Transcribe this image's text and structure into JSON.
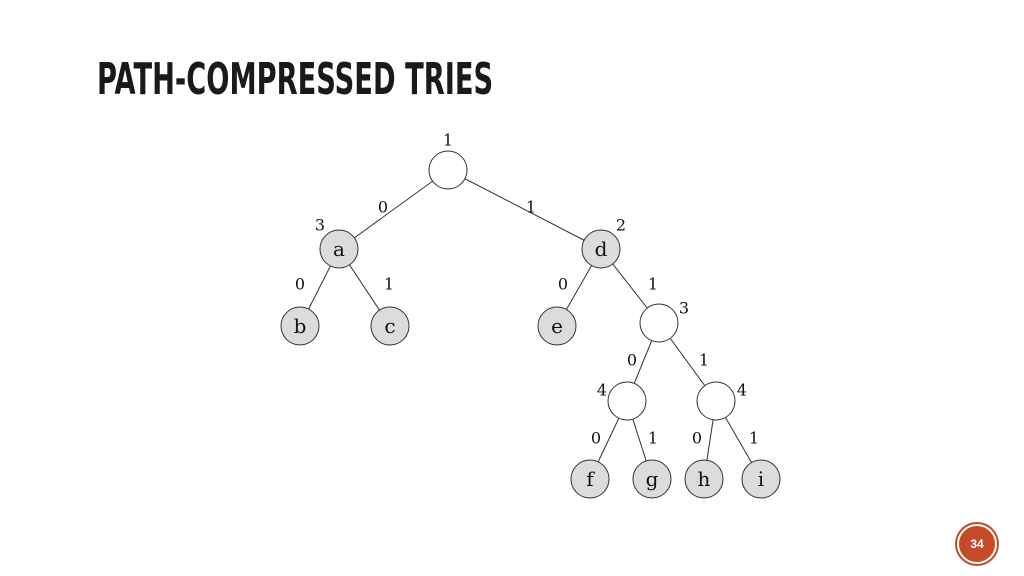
{
  "slide": {
    "title": "PATH-COMPRESSED TRIES",
    "page_number": "34"
  },
  "trie": {
    "nodes": {
      "root": {
        "label": "",
        "skip": "1",
        "type": "internal"
      },
      "a": {
        "label": "a",
        "skip": "3",
        "type": "leaf"
      },
      "d": {
        "label": "d",
        "skip": "2",
        "type": "leaf"
      },
      "b": {
        "label": "b",
        "type": "leaf"
      },
      "c": {
        "label": "c",
        "type": "leaf"
      },
      "e": {
        "label": "e",
        "type": "leaf"
      },
      "n3": {
        "label": "",
        "skip": "3",
        "type": "internal"
      },
      "n4a": {
        "label": "",
        "skip": "4",
        "type": "internal"
      },
      "n4b": {
        "label": "",
        "skip": "4",
        "type": "internal"
      },
      "f": {
        "label": "f",
        "type": "leaf"
      },
      "g": {
        "label": "g",
        "type": "leaf"
      },
      "h": {
        "label": "h",
        "type": "leaf"
      },
      "i": {
        "label": "i",
        "type": "leaf"
      }
    },
    "edges": {
      "root_a": "0",
      "root_d": "1",
      "a_b": "0",
      "a_c": "1",
      "d_e": "0",
      "d_n3": "1",
      "n3_n4a": "0",
      "n3_n4b": "1",
      "n4a_f": "0",
      "n4a_g": "1",
      "n4b_h": "0",
      "n4b_i": "1"
    },
    "colors": {
      "leaf_fill": "#dcdcdc",
      "internal_fill": "#ffffff",
      "stroke": "#333333"
    }
  }
}
